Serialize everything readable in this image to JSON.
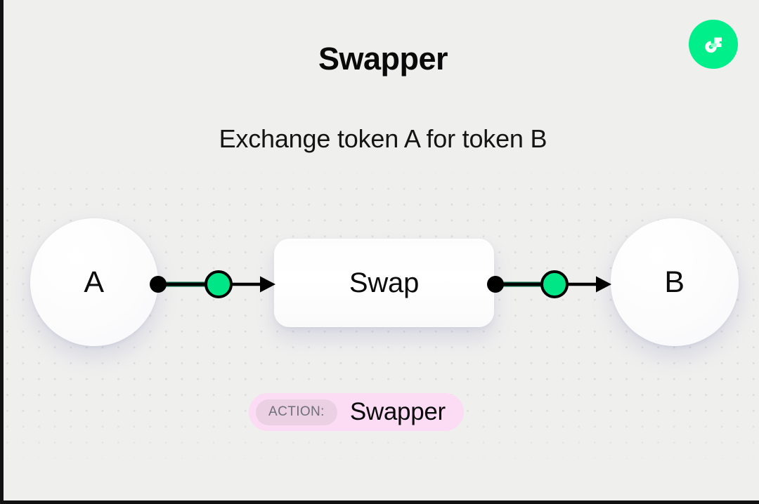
{
  "header": {
    "title": "Swapper",
    "subtitle": "Exchange token A for token B"
  },
  "logo": {
    "name": "flow-logo",
    "circle_color": "#00ef8b",
    "mark_color": "#ffffff",
    "accent_color": "#8affca"
  },
  "diagram": {
    "input_node": {
      "label": "A"
    },
    "process_node": {
      "label": "Swap"
    },
    "output_node": {
      "label": "B"
    },
    "edges": [
      {
        "from": "A",
        "to": "Swap",
        "dot_color": "#000000",
        "marker_color": "#00e585",
        "line_color": "#000000"
      },
      {
        "from": "Swap",
        "to": "B",
        "dot_color": "#000000",
        "marker_color": "#00e585",
        "line_color": "#000000"
      }
    ]
  },
  "action_badge": {
    "key": "ACTION:",
    "value": "Swapper",
    "pill_color": "#fbdcf4",
    "key_pill_color": "#ebd0e4"
  },
  "theme": {
    "background": "#efefee",
    "dot_color": "#dcdcdb",
    "accent_green": "#00ef8b",
    "text_color": "#0a0a0a"
  }
}
